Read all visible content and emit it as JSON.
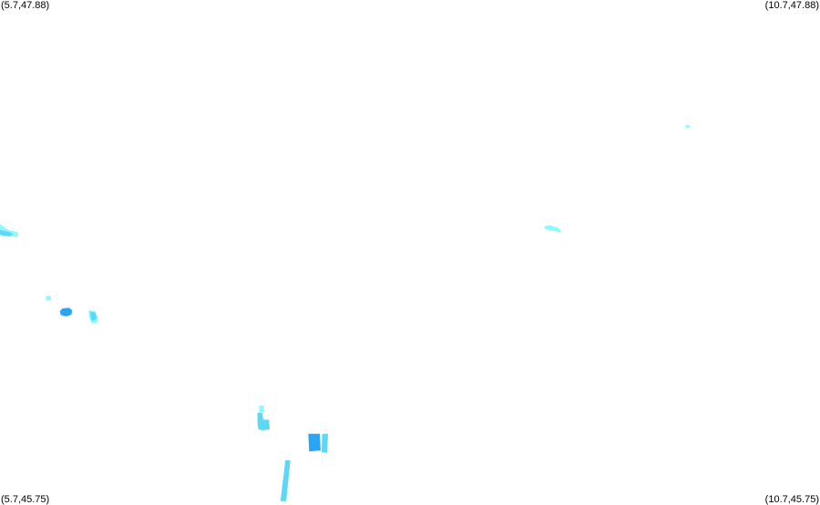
{
  "corners": {
    "top_left": "(5.7,47.88)",
    "top_right": "(10.7,47.88)",
    "bottom_left": "(5.7,45.75)",
    "bottom_right": "(10.7,45.75)"
  },
  "extent": {
    "lon_min": 5.7,
    "lon_max": 10.7,
    "lat_min": 45.75,
    "lat_max": 47.88
  },
  "palette": {
    "light": "#8ff7ff",
    "medium": "#5ad8f5",
    "dark": "#2aa4f4",
    "background": "#ffffff"
  },
  "features": [
    {
      "id": "patch-a",
      "level": "light",
      "polygon": [
        [
          9.88,
          47.35
        ],
        [
          9.905,
          47.35
        ],
        [
          9.905,
          47.338
        ],
        [
          9.88,
          47.338
        ]
      ]
    },
    {
      "id": "patch-b",
      "level": "light",
      "polygon": [
        [
          9.02,
          46.92
        ],
        [
          9.05,
          46.925
        ],
        [
          9.1,
          46.915
        ],
        [
          9.12,
          46.905
        ],
        [
          9.115,
          46.895
        ],
        [
          9.08,
          46.9
        ],
        [
          9.045,
          46.905
        ],
        [
          9.02,
          46.91
        ]
      ]
    },
    {
      "id": "patch-c",
      "level": "light",
      "polygon": [
        [
          5.7,
          46.93
        ],
        [
          5.72,
          46.92
        ],
        [
          5.75,
          46.905
        ],
        [
          5.81,
          46.895
        ],
        [
          5.81,
          46.875
        ],
        [
          5.76,
          46.878
        ],
        [
          5.72,
          46.885
        ],
        [
          5.7,
          46.89
        ]
      ]
    },
    {
      "id": "patch-c-core",
      "level": "medium",
      "polygon": [
        [
          5.7,
          46.905
        ],
        [
          5.75,
          46.898
        ],
        [
          5.78,
          46.888
        ],
        [
          5.76,
          46.878
        ],
        [
          5.72,
          46.88
        ],
        [
          5.7,
          46.885
        ]
      ]
    },
    {
      "id": "patch-d",
      "level": "light",
      "polygon": [
        [
          5.98,
          46.625
        ],
        [
          6.01,
          46.625
        ],
        [
          6.01,
          46.605
        ],
        [
          5.98,
          46.605
        ]
      ]
    },
    {
      "id": "patch-e",
      "level": "dark",
      "polygon": [
        [
          6.08,
          46.572
        ],
        [
          6.12,
          46.575
        ],
        [
          6.14,
          46.565
        ],
        [
          6.135,
          46.545
        ],
        [
          6.1,
          46.538
        ],
        [
          6.07,
          46.545
        ],
        [
          6.065,
          46.56
        ]
      ]
    },
    {
      "id": "patch-f",
      "level": "light",
      "polygon": [
        [
          6.24,
          46.565
        ],
        [
          6.28,
          46.56
        ],
        [
          6.3,
          46.53
        ],
        [
          6.29,
          46.51
        ],
        [
          6.26,
          46.508
        ],
        [
          6.245,
          46.53
        ]
      ]
    },
    {
      "id": "patch-f-core",
      "level": "medium",
      "polygon": [
        [
          6.25,
          46.558
        ],
        [
          6.28,
          46.555
        ],
        [
          6.29,
          46.53
        ],
        [
          6.265,
          46.518
        ],
        [
          6.255,
          46.53
        ]
      ]
    },
    {
      "id": "patch-g",
      "level": "light",
      "polygon": [
        [
          7.28,
          46.16
        ],
        [
          7.31,
          46.16
        ],
        [
          7.31,
          46.13
        ],
        [
          7.28,
          46.13
        ]
      ]
    },
    {
      "id": "patch-g-core",
      "level": "medium",
      "polygon": [
        [
          7.27,
          46.13
        ],
        [
          7.3,
          46.128
        ],
        [
          7.305,
          46.1
        ],
        [
          7.34,
          46.1
        ],
        [
          7.345,
          46.06
        ],
        [
          7.3,
          46.055
        ],
        [
          7.275,
          46.06
        ],
        [
          7.27,
          46.09
        ]
      ]
    },
    {
      "id": "patch-h",
      "level": "dark",
      "polygon": [
        [
          7.58,
          46.04
        ],
        [
          7.65,
          46.04
        ],
        [
          7.655,
          45.97
        ],
        [
          7.585,
          45.965
        ]
      ]
    },
    {
      "id": "patch-h-side",
      "level": "medium",
      "polygon": [
        [
          7.665,
          46.04
        ],
        [
          7.7,
          46.04
        ],
        [
          7.695,
          45.96
        ],
        [
          7.66,
          45.962
        ]
      ]
    },
    {
      "id": "patch-i",
      "level": "medium",
      "polygon": [
        [
          7.44,
          45.928
        ],
        [
          7.47,
          45.928
        ],
        [
          7.445,
          45.755
        ],
        [
          7.41,
          45.755
        ]
      ]
    }
  ]
}
